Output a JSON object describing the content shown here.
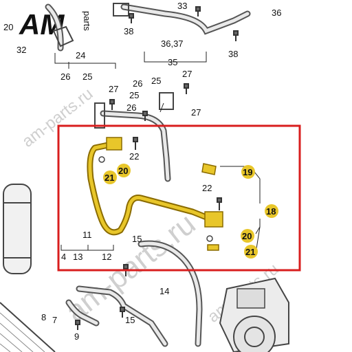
{
  "logo": {
    "text": "AM",
    "suffix": "parts"
  },
  "watermarks": {
    "main": "am-parts.ru",
    "small": "am-parts.ru"
  },
  "colors": {
    "highlight": "#e8c62a",
    "selection": "#d81e1e",
    "hose": "#555555"
  },
  "callouts": {
    "c20a": "20",
    "c33": "33",
    "c36a": "36",
    "c38a": "38",
    "c32": "32",
    "c24": "24",
    "c3637": "36,37",
    "c35": "35",
    "c38b": "38",
    "c26a": "26",
    "c25a": "25",
    "c27a": "27",
    "c26b": "26",
    "c25b": "25",
    "c27b": "27",
    "c26c": "26",
    "c27c": "27",
    "c22a": "22",
    "c22b": "22",
    "c11": "11",
    "c4": "4",
    "c13": "13",
    "c12": "12",
    "c15a": "15",
    "c14": "14",
    "c8": "8",
    "c7": "7",
    "c9": "9",
    "c15b": "15"
  },
  "highlighted": {
    "h20a": "20",
    "h21a": "21",
    "h19": "19",
    "h18": "18",
    "h20b": "20",
    "h21b": "21"
  }
}
